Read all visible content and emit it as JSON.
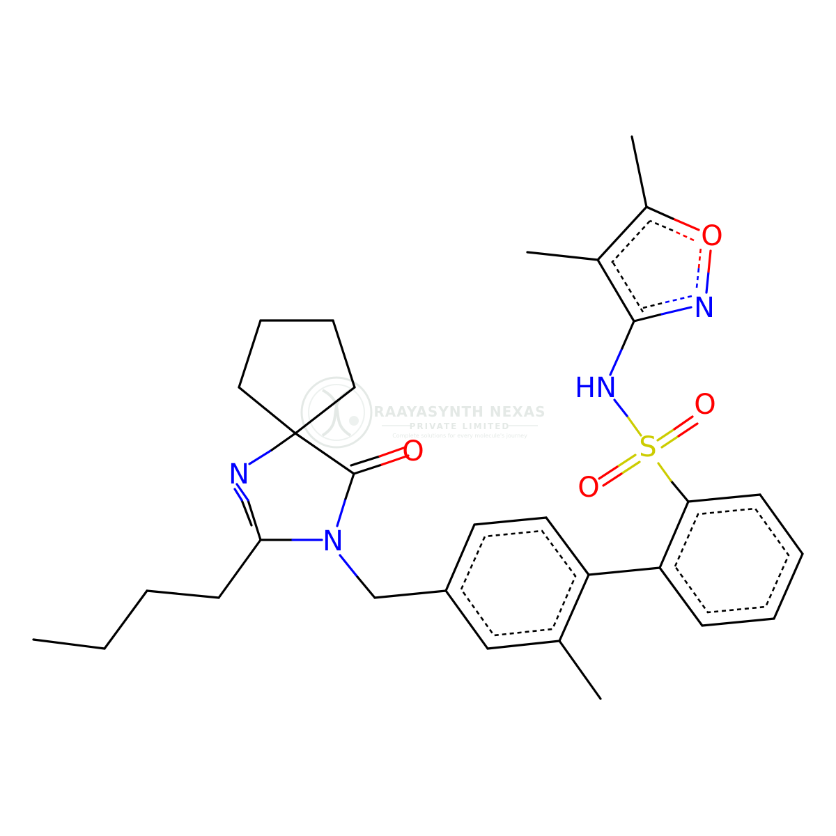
{
  "molecule": {
    "atoms": {
      "amide_o": "O",
      "imine_n": "N",
      "amide_n": "N",
      "isoxazole_o": "O",
      "isoxazole_n": "N",
      "nh": "HN",
      "sulfur": "S",
      "sulfonyl_o1": "O",
      "sulfonyl_o2": "O"
    }
  },
  "watermark": {
    "company": "RAAYASYNTH NEXAS",
    "subtitle": "PRIVATE LIMITED",
    "tagline": "Complete solutions for every molecule's journey"
  },
  "colors": {
    "carbon": "#000000",
    "nitrogen": "#0000ff",
    "oxygen": "#ff0000",
    "sulfur": "#cccc00",
    "watermark": "#cfd8d3"
  }
}
